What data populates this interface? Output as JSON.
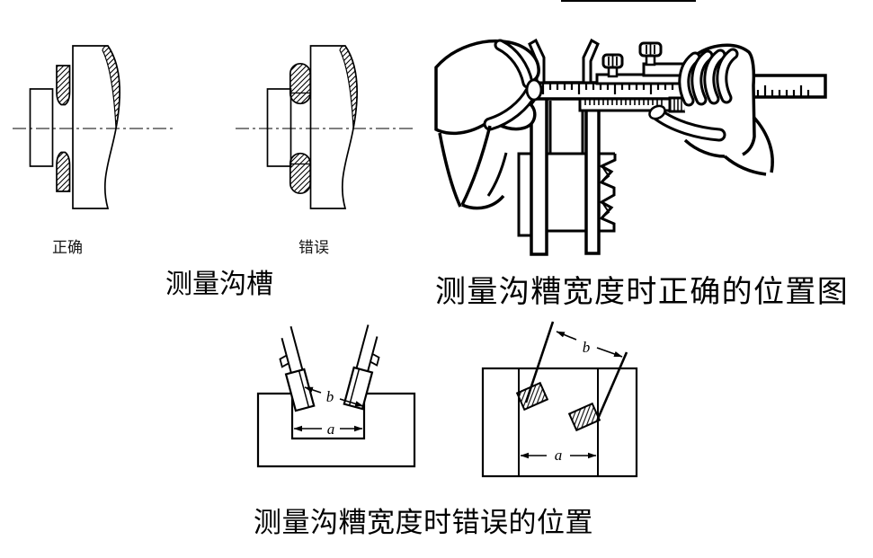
{
  "colors": {
    "background": "#ffffff",
    "ink": "#000000"
  },
  "groove_figure": {
    "correct_label": "正确",
    "wrong_label": "错误",
    "caption": "测量沟槽"
  },
  "caliper_figure": {
    "caption": "测量沟糟宽度时正确的位置图"
  },
  "wrong_position_figure": {
    "caption": "测量沟糟宽度时错误的位置",
    "left_diagram": {
      "dim_a": "a",
      "dim_b": "b"
    },
    "right_diagram": {
      "dim_a": "a",
      "dim_b": "b"
    }
  }
}
